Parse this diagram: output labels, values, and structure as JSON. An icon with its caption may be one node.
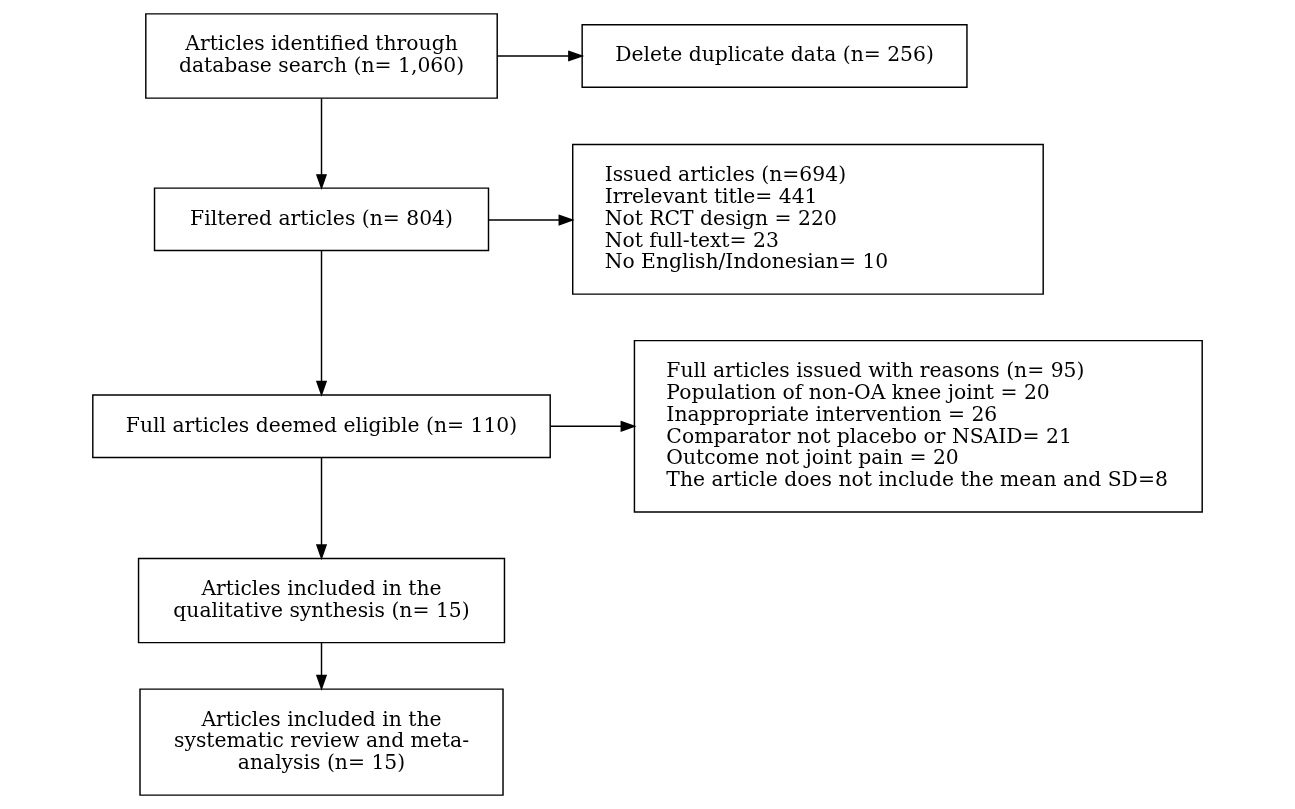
{
  "diagram": {
    "nodes": [
      {
        "text": [
          "Articles identified through database search (n= 1,060)"
        ]
      },
      {
        "text": [
          "Delete duplicate data (n= 256)"
        ]
      },
      {
        "text": [
          "Filtered articles (n= 804)"
        ]
      },
      {
        "text": [
          "Issued articles (n=694)",
          "Irrelevant title= 441",
          "Not RCT design = 220",
          "Not full-text= 23",
          "No English/Indonesian= 10"
        ]
      },
      {
        "text": [
          "Full articles deemed eligible (n= 110)"
        ]
      },
      {
        "text": [
          "Full articles issued with reasons (n= 95)",
          "Population of non-OA knee joint = 20",
          "Inappropriate intervention = 26",
          "Comparator not placebo or NSAID= 21",
          "Outcome not joint pain = 20",
          "The article does not include the mean and SD=8"
        ]
      },
      {
        "text": [
          "Articles included in the qualitative synthesis (n= 15)"
        ]
      },
      {
        "text": [
          "Articles included in the systematic review and meta-analysis (n= 15)"
        ]
      }
    ],
    "edges": [
      {
        "from": 0,
        "to": 1,
        "arrow": "to"
      },
      {
        "from": 0,
        "to": 2,
        "arrow": "to"
      },
      {
        "from": 2,
        "to": 3,
        "arrow": "to"
      },
      {
        "from": 2,
        "to": 4,
        "arrow": "to"
      },
      {
        "from": 4,
        "to": 5,
        "arrow": "to"
      },
      {
        "from": 4,
        "to": 6,
        "arrow": "to"
      },
      {
        "from": 6,
        "to": 7,
        "arrow": "to"
      }
    ]
  }
}
